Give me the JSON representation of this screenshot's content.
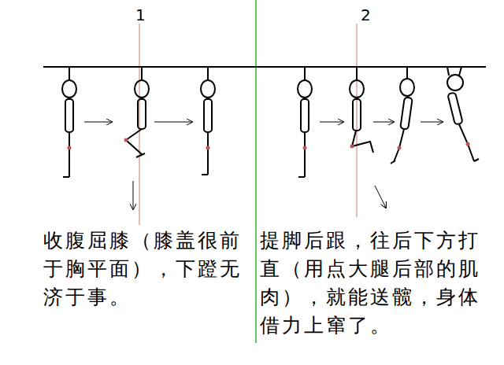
{
  "diagram": {
    "labels": [
      "1",
      "2",
      "收腹屈膝（膝盖很前于胸平面），下蹬无济于事。",
      "提脚后跟，往后下方打直（用点大腿后部的肌肉），就能送髋，身体借力上窜了。"
    ]
  }
}
